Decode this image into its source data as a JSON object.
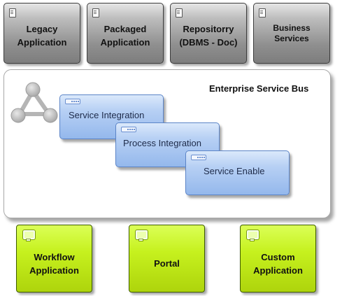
{
  "systems": [
    {
      "label": "Legacy\nApplication"
    },
    {
      "label": "Packaged\nApplication"
    },
    {
      "label": "Repositorry\n(DBMS - Doc)"
    },
    {
      "label": "Business\nServices"
    }
  ],
  "esb": {
    "title": "Enterprise Service Bus",
    "layers": [
      {
        "label": "Service Integration"
      },
      {
        "label": "Process Integration"
      },
      {
        "label": "Service Enable"
      }
    ]
  },
  "applications": [
    {
      "label": "Workflow\nApplication"
    },
    {
      "label": "Portal"
    },
    {
      "label": "Custom\nApplication"
    }
  ],
  "colors": {
    "system_box": "#9a9a9a",
    "service_box": "#a9c6f1",
    "application_box": "#c6f11e",
    "esb_border": "#a8a8a8"
  },
  "icons": {
    "system": "document-icon",
    "service": "component-icon",
    "application": "monitor-icon",
    "esb": "network-hub-icon"
  }
}
